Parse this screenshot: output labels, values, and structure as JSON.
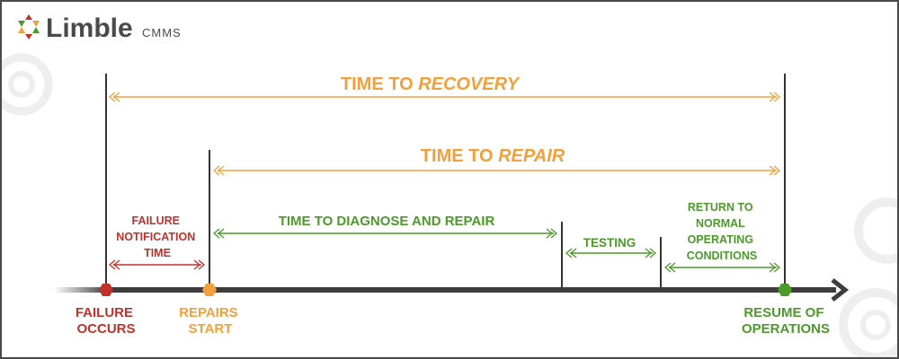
{
  "logo": {
    "word": "Limble",
    "suffix": "CMMS"
  },
  "intervals": {
    "recovery": {
      "prefix": "TIME TO ",
      "emphasis": "RECOVERY"
    },
    "repair": {
      "prefix": "TIME TO ",
      "emphasis": "REPAIR"
    },
    "diagnose": "TIME TO DIAGNOSE AND REPAIR",
    "notification": [
      "FAILURE",
      "NOTIFICATION",
      "TIME"
    ],
    "testing": "TESTING",
    "return_to_normal": [
      "RETURN TO",
      "NORMAL",
      "OPERATING",
      "CONDITIONS"
    ]
  },
  "events": {
    "failure": [
      "FAILURE",
      "OCCURS"
    ],
    "repairs_start": [
      "REPAIRS",
      "START"
    ],
    "resume": [
      "RESUME OF",
      "OPERATIONS"
    ]
  },
  "colors": {
    "red": "#c0312b",
    "orange": "#f2a03c",
    "green": "#4c9a2a",
    "dark": "#3d3d3d"
  }
}
